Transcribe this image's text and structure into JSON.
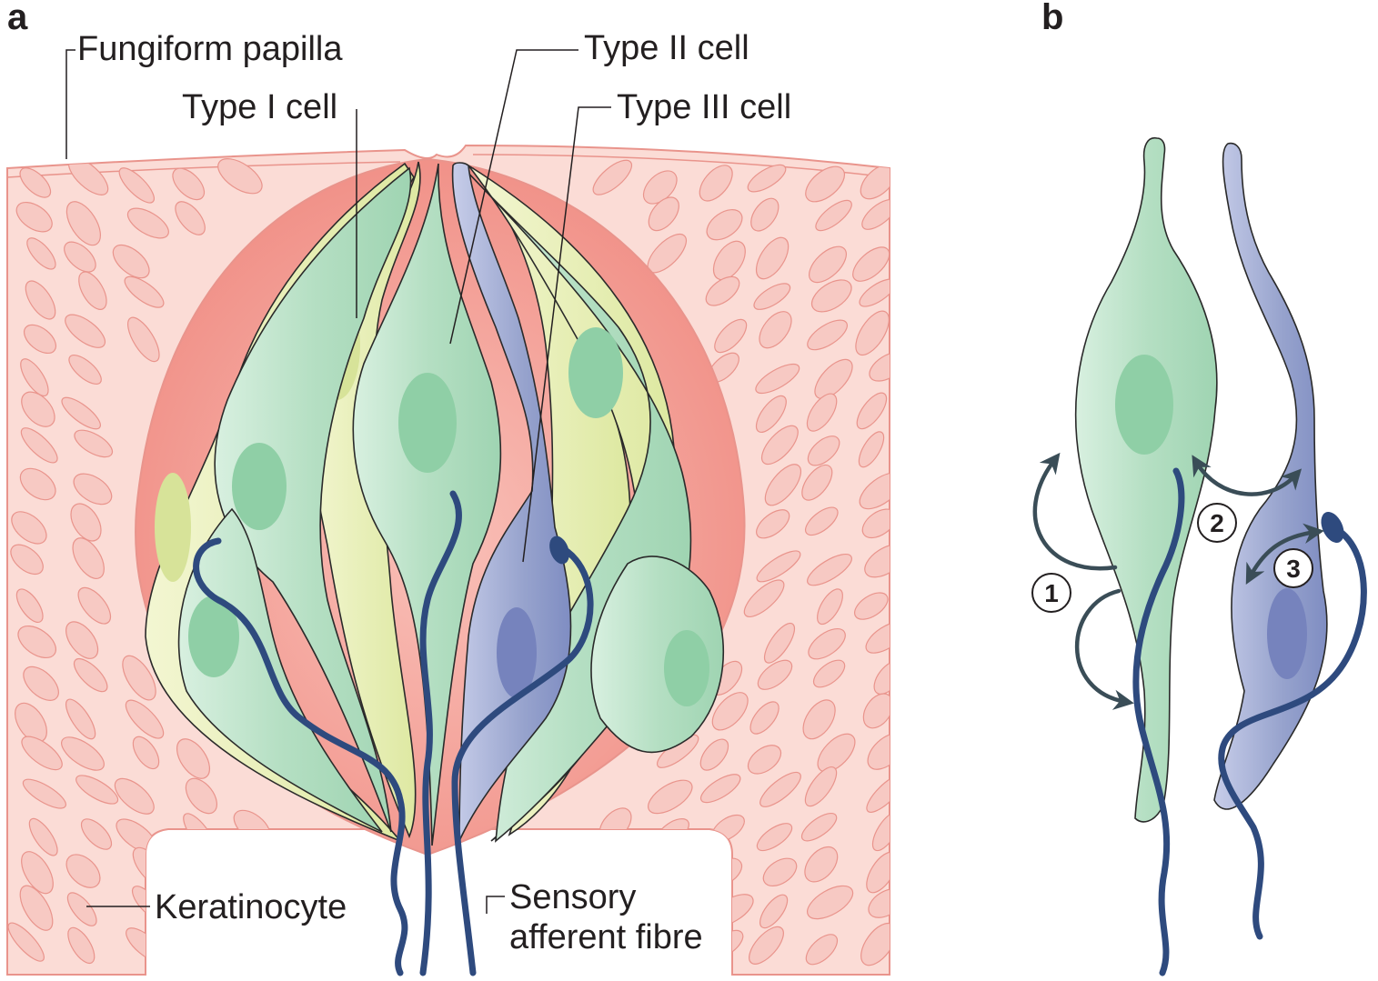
{
  "panels": {
    "a": {
      "letter": "a",
      "labels": {
        "fungiform_papilla": "Fungiform papilla",
        "type_i_cell": "Type I cell",
        "type_ii_cell": "Type II cell",
        "type_iii_cell": "Type III cell",
        "keratinocyte": "Keratinocyte",
        "sensory_line1": "Sensory",
        "sensory_line2": "afferent fibre"
      }
    },
    "b": {
      "letter": "b",
      "numbers": [
        "1",
        "2",
        "3"
      ]
    }
  },
  "colors": {
    "epithelium": "#fbdcd6",
    "keratinocyte_fill": "#f7c9c3",
    "keratinocyte_edge": "#e9948c",
    "taste_bud_interior": "#f4a9a0",
    "type_i_fill": "#e6eeb4",
    "type_ii_fill": "#b9e0c6",
    "type_ii_nucleus": "#8fcfa6",
    "type_iii_fill": "#97a3cd",
    "type_iii_nucleus": "#7683bd",
    "nerve": "#2e4a7e",
    "arrow": "#3a4d57"
  }
}
